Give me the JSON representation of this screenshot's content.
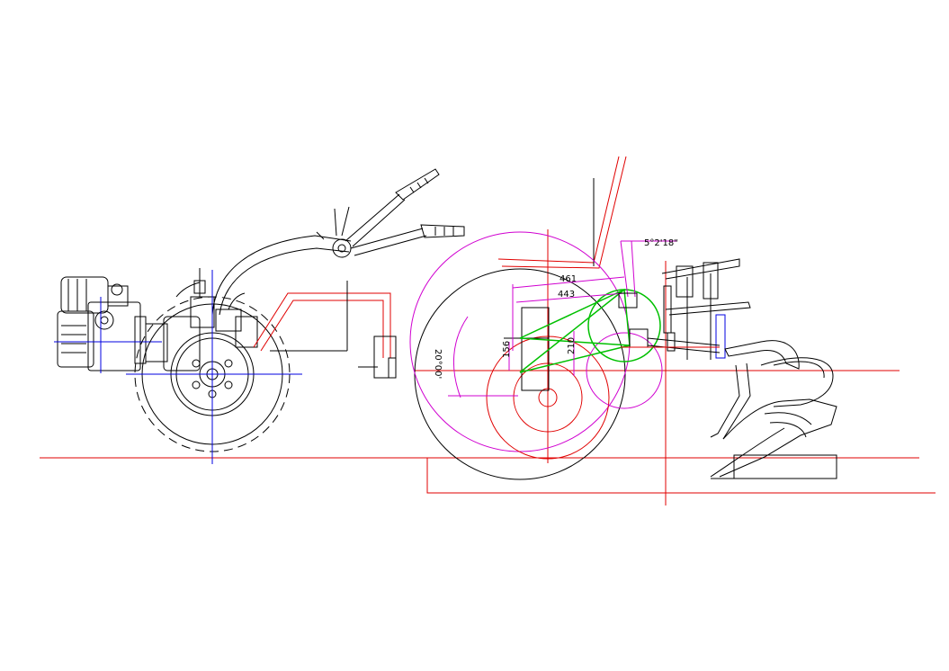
{
  "drawing": {
    "dimensions": {
      "d461": "461",
      "d443": "443",
      "d210": "210",
      "d156": "156",
      "d_angle_left": "20°00'",
      "d_angle_top": "5°2'18\""
    },
    "colors": {
      "background": "#ffffff",
      "outline": "#000000",
      "construction_red": "#e00000",
      "dimension_magenta": "#d000d0",
      "linkage_green": "#00c000",
      "centerline_blue": "#0000e0"
    }
  }
}
